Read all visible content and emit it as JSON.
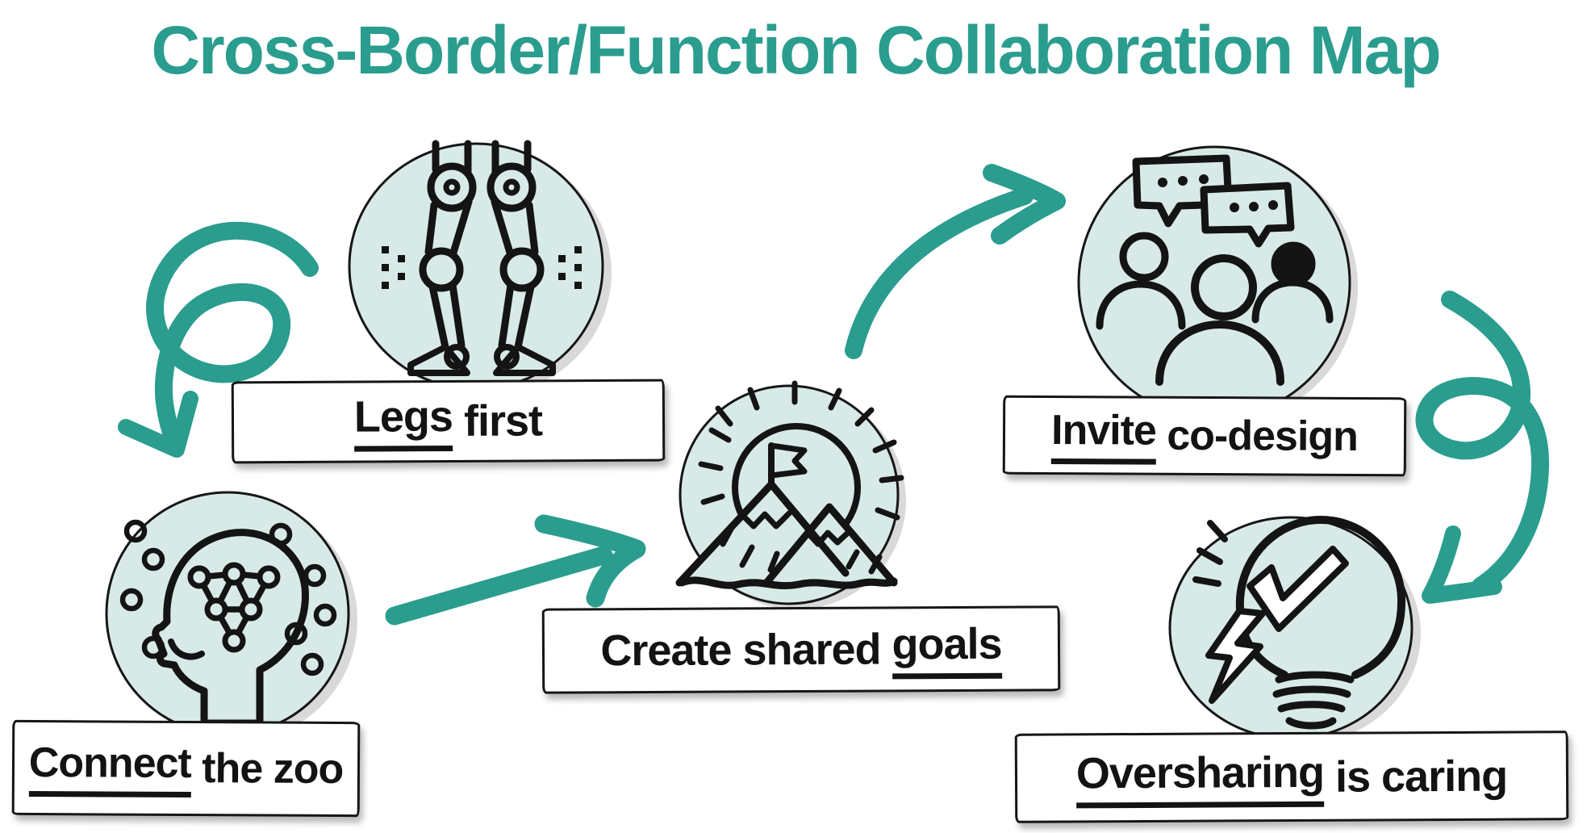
{
  "title": "Cross-Border/Function Collaboration Map",
  "colors": {
    "accent_teal": "#2a9d8f",
    "node_fill_mint": "#d8eae7",
    "ink": "#131313",
    "label_bg": "#ffffff"
  },
  "nodes": [
    {
      "id": "legs-first",
      "icon": "robot-legs-icon",
      "label": {
        "before": "",
        "underlined": "Legs",
        "after": " first"
      }
    },
    {
      "id": "connect-the-zoo",
      "icon": "head-network-icon",
      "label": {
        "before": "",
        "underlined": "Connect",
        "after": " the zoo"
      }
    },
    {
      "id": "create-shared-goals",
      "icon": "mountain-flag-icon",
      "label": {
        "before": "Create shared ",
        "underlined": "goals",
        "after": ""
      }
    },
    {
      "id": "invite-co-design",
      "icon": "people-chat-icon",
      "label": {
        "before": "",
        "underlined": "Invite",
        "after": " co-design"
      }
    },
    {
      "id": "oversharing-is-caring",
      "icon": "lightbulb-check-icon",
      "label": {
        "before": "",
        "underlined": "Oversharing",
        "after": " is caring"
      }
    }
  ],
  "arrows": [
    {
      "name": "loop-arrow",
      "from": "Legs first",
      "to": "Connect the zoo"
    },
    {
      "name": "straight-arrow",
      "from": "Connect the zoo",
      "to": "Create shared goals"
    },
    {
      "name": "curve-arrow",
      "from": "Create shared goals",
      "to": "Invite co-design"
    },
    {
      "name": "loop-arrow",
      "from": "Invite co-design",
      "to": "Oversharing is caring"
    }
  ]
}
